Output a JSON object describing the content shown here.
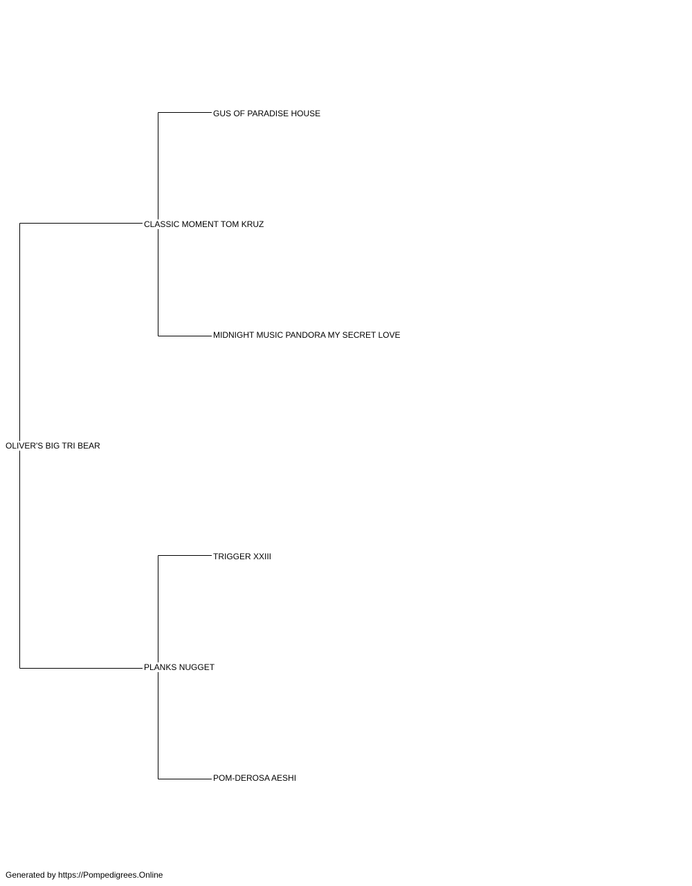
{
  "pedigree": {
    "subject": "OLIVER'S BIG TRI BEAR",
    "sire": "CLASSIC MOMENT TOM KRUZ",
    "dam": "PLANKS NUGGET",
    "sire_sire": "GUS OF PARADISE HOUSE",
    "sire_dam": "MIDNIGHT MUSIC PANDORA MY SECRET LOVE",
    "dam_sire": "TRIGGER XXIII",
    "dam_dam": "POM-DEROSA AESHI"
  },
  "footer": {
    "text": "Generated by https://Pompedigrees.Online"
  }
}
